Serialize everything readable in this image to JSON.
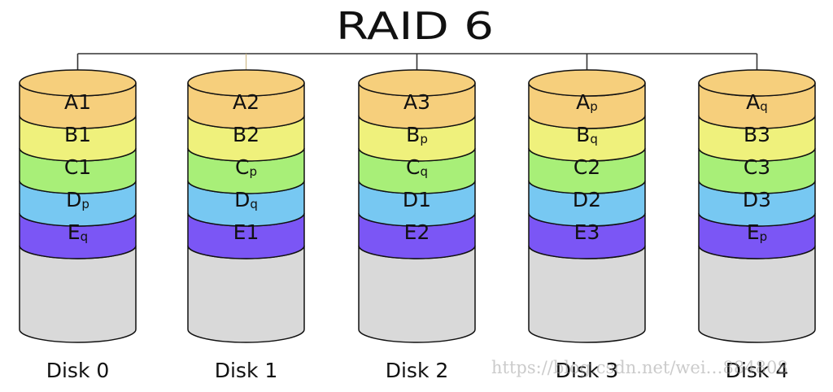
{
  "diagram": {
    "title": "RAID 6",
    "colors": {
      "A": "#f6cf7c",
      "B": "#eff17c",
      "C": "#a8ef78",
      "D": "#77c8f2",
      "E": "#7b56f5",
      "empty": "#d9d9d9",
      "outline": "#111111",
      "bus": "#333333"
    },
    "stripes": [
      "A",
      "B",
      "C",
      "D",
      "E"
    ],
    "disks": [
      {
        "label": "Disk 0",
        "blocks": [
          {
            "main": "A",
            "sub": "1",
            "subscript": false
          },
          {
            "main": "B",
            "sub": "1",
            "subscript": false
          },
          {
            "main": "C",
            "sub": "1",
            "subscript": false
          },
          {
            "main": "D",
            "sub": "p",
            "subscript": true
          },
          {
            "main": "E",
            "sub": "q",
            "subscript": true
          }
        ]
      },
      {
        "label": "Disk 1",
        "blocks": [
          {
            "main": "A",
            "sub": "2",
            "subscript": false
          },
          {
            "main": "B",
            "sub": "2",
            "subscript": false
          },
          {
            "main": "C",
            "sub": "p",
            "subscript": true
          },
          {
            "main": "D",
            "sub": "q",
            "subscript": true
          },
          {
            "main": "E",
            "sub": "1",
            "subscript": false
          }
        ]
      },
      {
        "label": "Disk 2",
        "blocks": [
          {
            "main": "A",
            "sub": "3",
            "subscript": false
          },
          {
            "main": "B",
            "sub": "p",
            "subscript": true
          },
          {
            "main": "C",
            "sub": "q",
            "subscript": true
          },
          {
            "main": "D",
            "sub": "1",
            "subscript": false
          },
          {
            "main": "E",
            "sub": "2",
            "subscript": false
          }
        ]
      },
      {
        "label": "Disk 3",
        "blocks": [
          {
            "main": "A",
            "sub": "p",
            "subscript": true
          },
          {
            "main": "B",
            "sub": "q",
            "subscript": true
          },
          {
            "main": "C",
            "sub": "2",
            "subscript": false
          },
          {
            "main": "D",
            "sub": "2",
            "subscript": false
          },
          {
            "main": "E",
            "sub": "3",
            "subscript": false
          }
        ]
      },
      {
        "label": "Disk 4",
        "blocks": [
          {
            "main": "A",
            "sub": "q",
            "subscript": true
          },
          {
            "main": "B",
            "sub": "3",
            "subscript": false
          },
          {
            "main": "C",
            "sub": "3",
            "subscript": false
          },
          {
            "main": "D",
            "sub": "3",
            "subscript": false
          },
          {
            "main": "E",
            "sub": "p",
            "subscript": true
          }
        ]
      }
    ]
  },
  "watermark": "https://blog.csdn.net/wei…884808"
}
